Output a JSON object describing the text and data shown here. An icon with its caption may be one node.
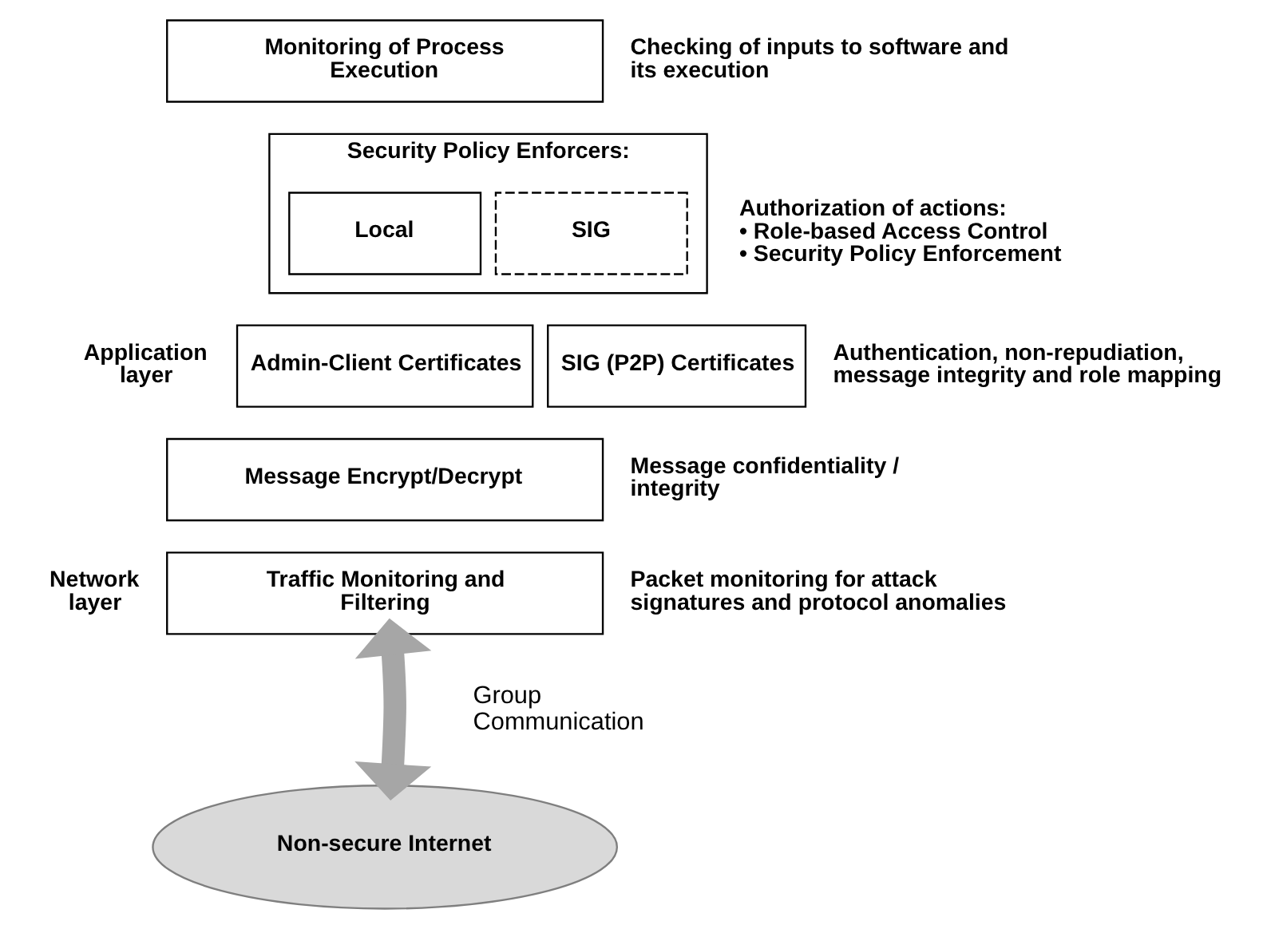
{
  "diagram": {
    "nodes": [
      {
        "text": [
          "Monitoring of Process Execution"
        ],
        "beside": [
          "Checking of inputs to software and its execution"
        ]
      },
      {
        "text": [
          "Security Policy Enforcers:"
        ],
        "beside": [
          "Authorization of actions:",
          "• Role-based Access Control",
          "• Security Policy Enforcement"
        ]
      },
      {
        "text": [
          "Local"
        ],
        "in": 1
      },
      {
        "text": [
          "SIG"
        ],
        "in": 1
      },
      {
        "text": [
          "Admin-Client Certificates"
        ]
      },
      {
        "text": [
          "SIG (P2P) Certificates"
        ],
        "beside": [
          "Authentication, non-repudiation, message integrity and role mapping"
        ]
      },
      {
        "text": [
          "Message Encrypt/Decrypt"
        ],
        "beside": [
          "Message confidentiality / integrity"
        ]
      },
      {
        "text": [
          "Traffic Monitoring and Filtering"
        ],
        "beside": [
          "Packet monitoring for attack signatures and protocol anomalies"
        ]
      },
      {
        "text": [
          "Non-secure Internet"
        ]
      }
    ],
    "edges": [
      {
        "from": 7,
        "to": 8,
        "arrow": "both",
        "label": "Group Communication",
        "color": "#a6a6a6"
      }
    ],
    "labels": [
      "Application layer",
      "Network layer"
    ]
  }
}
